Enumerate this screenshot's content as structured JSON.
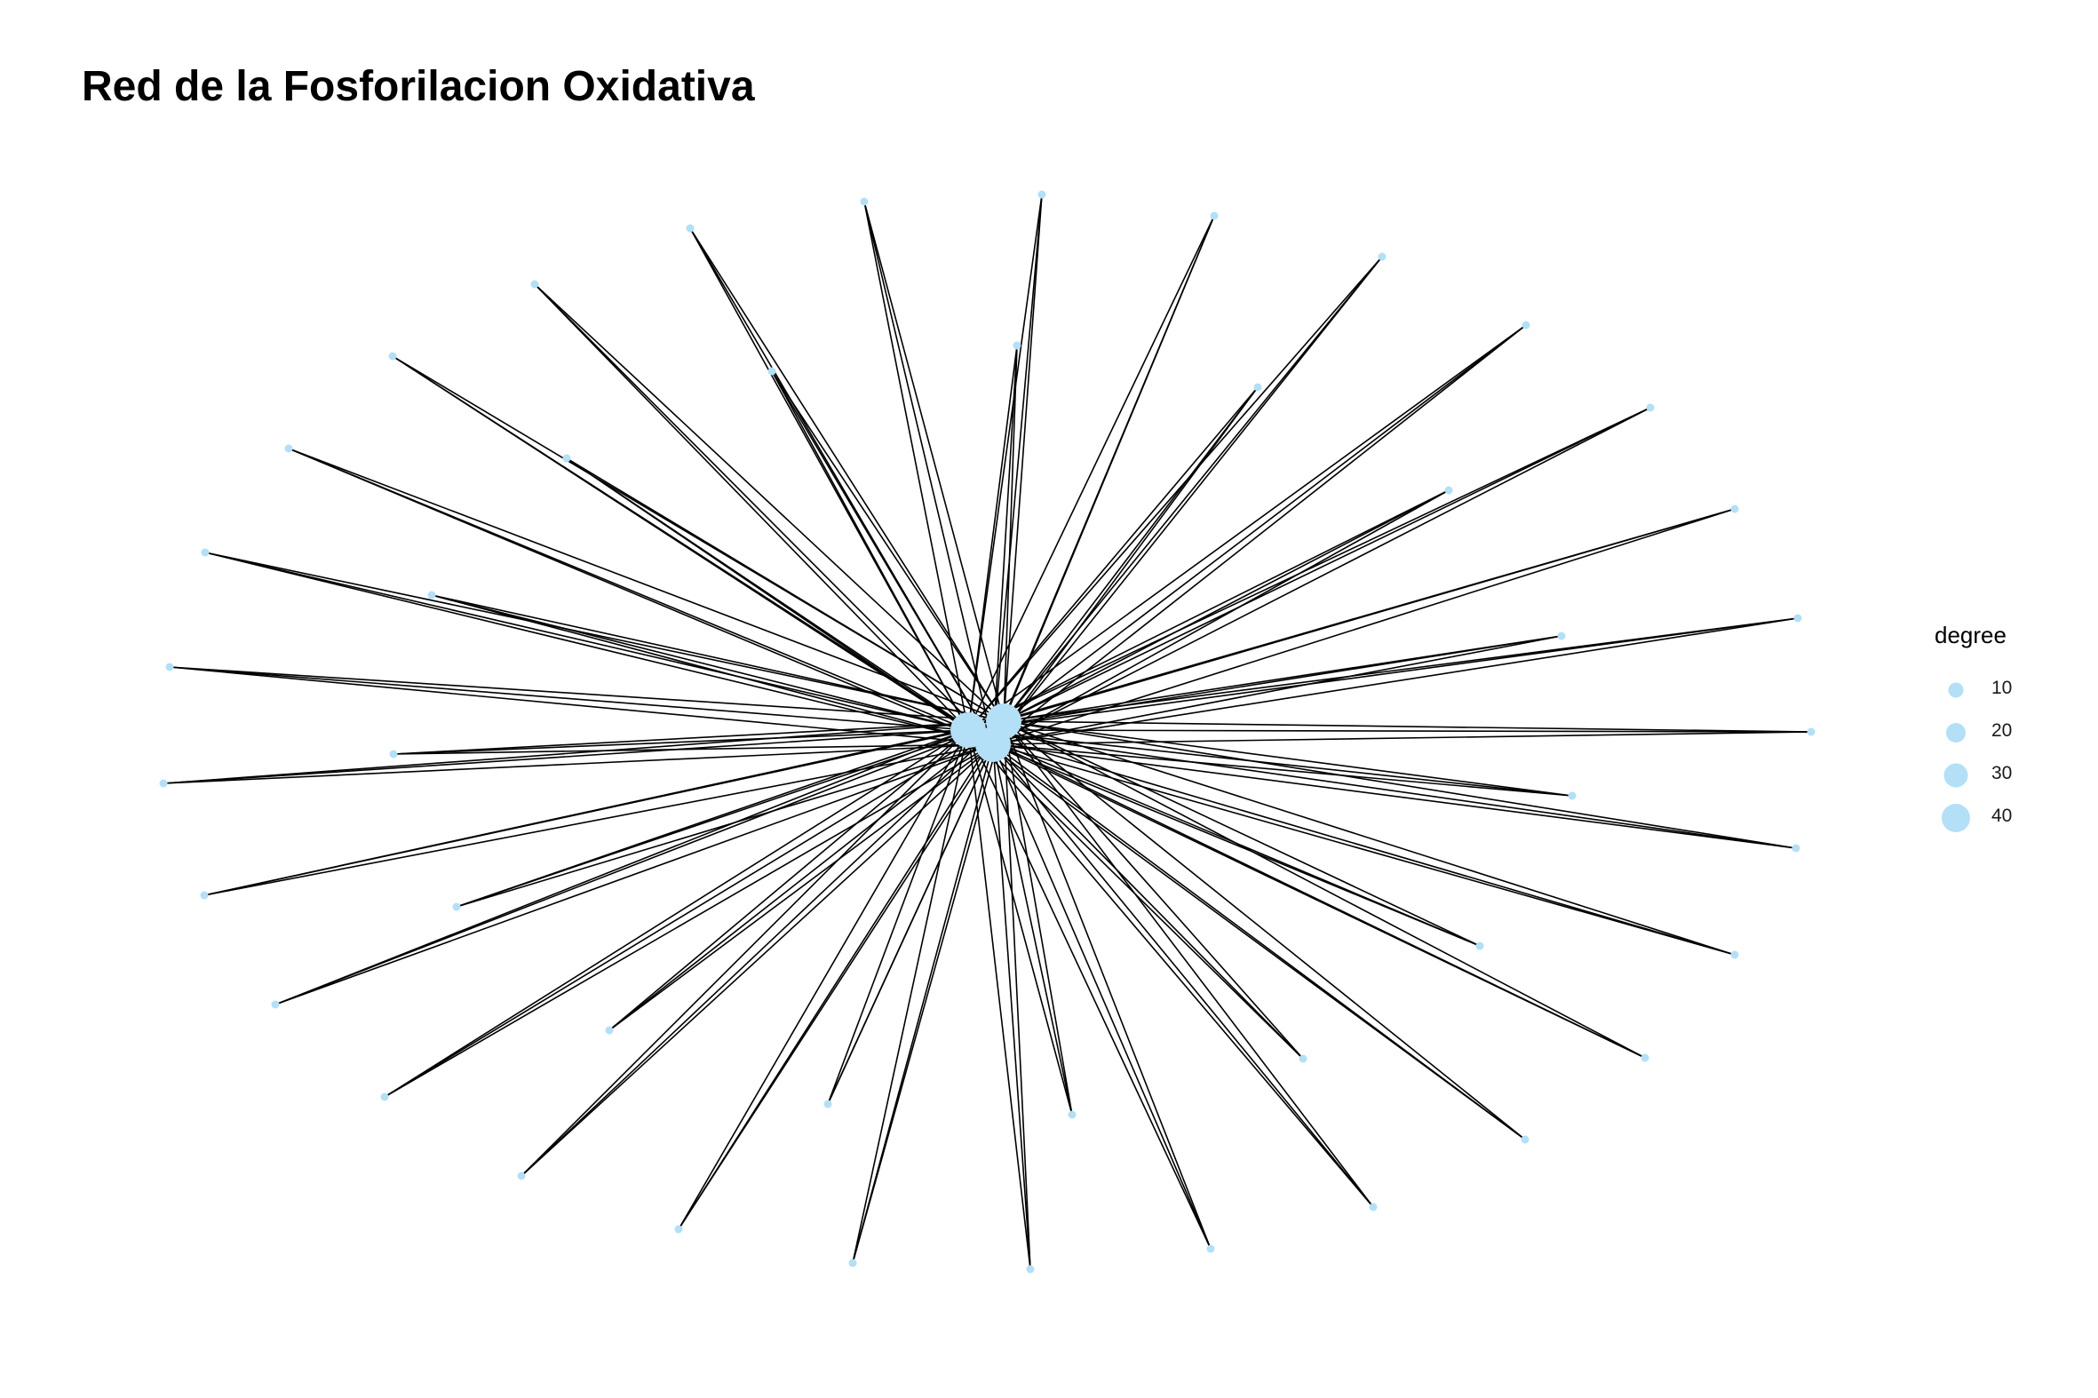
{
  "title": "Red de la Fosforilacion Oxidativa",
  "colors": {
    "node": "#b3dff7",
    "edge": "#000000"
  },
  "legend": {
    "title": "degree",
    "entries": [
      {
        "label": "10",
        "value": 10
      },
      {
        "label": "20",
        "value": 20
      },
      {
        "label": "30",
        "value": 30
      },
      {
        "label": "40",
        "value": 40
      }
    ]
  }
}
